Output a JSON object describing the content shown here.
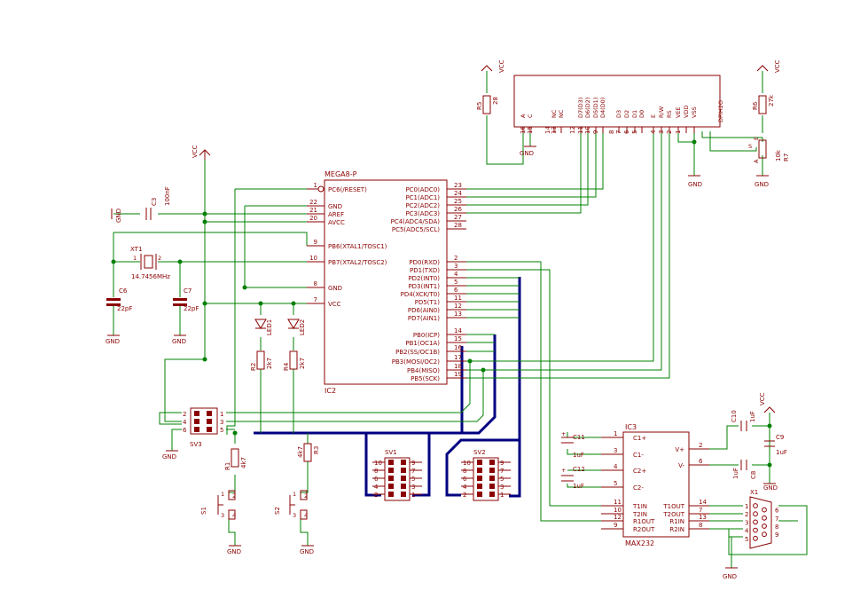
{
  "ic2": {
    "name": "MEGA8-P",
    "ref": "IC2",
    "left_pins": [
      {
        "num": "1",
        "label": "PC6(/RESET)"
      },
      {
        "num": "22",
        "label": "GND"
      },
      {
        "num": "21",
        "label": "AREF"
      },
      {
        "num": "20",
        "label": "AVCC"
      },
      {
        "num": "9",
        "label": "PB6(XTAL1/TOSC1)"
      },
      {
        "num": "10",
        "label": "PB7(XTAL2/TOSC2)"
      },
      {
        "num": "8",
        "label": "GND"
      },
      {
        "num": "7",
        "label": "VCC"
      }
    ],
    "right_pins": [
      {
        "num": "23",
        "label": "PC0(ADC0)"
      },
      {
        "num": "24",
        "label": "PC1(ADC1)"
      },
      {
        "num": "25",
        "label": "PC2(ADC2)"
      },
      {
        "num": "26",
        "label": "PC3(ADC3)"
      },
      {
        "num": "27",
        "label": "PC4(ADC4/SDA)"
      },
      {
        "num": "28",
        "label": "PC5(ADC5/SCL)"
      },
      {
        "num": "2",
        "label": "PD0(RXD)"
      },
      {
        "num": "3",
        "label": "PD1(TXD)"
      },
      {
        "num": "4",
        "label": "PD2(INT0)"
      },
      {
        "num": "5",
        "label": "PD3(INT1)"
      },
      {
        "num": "6",
        "label": "PD4(XCK/T0)"
      },
      {
        "num": "11",
        "label": "PD5(T1)"
      },
      {
        "num": "12",
        "label": "PD6(AIN0)"
      },
      {
        "num": "13",
        "label": "PD7(AIN1)"
      },
      {
        "num": "14",
        "label": "PB0(ICP)"
      },
      {
        "num": "15",
        "label": "PB1(OC1A)"
      },
      {
        "num": "16",
        "label": "PB2(SS/OC1B)"
      },
      {
        "num": "17",
        "label": "PB3(MOSI/OC2)"
      },
      {
        "num": "18",
        "label": "PB4(MISO)"
      },
      {
        "num": "19",
        "label": "PB5(SCK)"
      }
    ]
  },
  "ic3": {
    "name": "MAX232",
    "ref": "IC3",
    "left_pins": [
      {
        "num": "1",
        "label": "C1+"
      },
      {
        "num": "3",
        "label": "C1-"
      },
      {
        "num": "4",
        "label": "C2+"
      },
      {
        "num": "5",
        "label": "C2-"
      },
      {
        "num": "11",
        "label": "T1IN"
      },
      {
        "num": "10",
        "label": "T2IN"
      },
      {
        "num": "12",
        "label": "R1OUT"
      },
      {
        "num": "9",
        "label": "R2OUT"
      }
    ],
    "right_pins": [
      {
        "num": "2",
        "label": "V+"
      },
      {
        "num": "6",
        "label": "V-"
      },
      {
        "num": "14",
        "label": "T1OUT"
      },
      {
        "num": "7",
        "label": "T2OUT"
      },
      {
        "num": "13",
        "label": "R1IN"
      },
      {
        "num": "8",
        "label": "R2IN"
      }
    ]
  },
  "lcd": {
    "pin_labels": [
      "C",
      "A",
      "NC",
      "NC",
      "D7(D3)",
      "D6(D2)",
      "D5(D1)",
      "D4(D0)",
      "D3",
      "D2",
      "D1",
      "D0",
      "E",
      "R/W",
      "RS",
      "VEE",
      "VDD",
      "VSS"
    ],
    "pin_numbers": [
      "16",
      "15",
      "14",
      "13",
      "12",
      "11",
      "10",
      "9",
      "8",
      "7",
      "6",
      "5",
      "4",
      "3",
      "2",
      "1"
    ],
    "part_text": "DPIH2O"
  },
  "nets": {
    "vcc": "VCC",
    "gnd": "GND"
  },
  "components": {
    "c3": {
      "ref": "C3",
      "value": "100nF"
    },
    "xt1": {
      "ref": "XT1",
      "value": "14.7456MHz",
      "pin1": "1",
      "pin2": "2"
    },
    "c6": {
      "ref": "C6",
      "value": "22pF"
    },
    "c7": {
      "ref": "C7",
      "value": "22pF"
    },
    "led1": "LED1",
    "led2": "LED2",
    "r2": {
      "ref": "R2",
      "value": "2k7"
    },
    "r4": {
      "ref": "R4",
      "value": "2k7"
    },
    "r5": {
      "ref": "R5",
      "value": "28"
    },
    "r6": {
      "ref": "R6",
      "value": "27k"
    },
    "r7": {
      "ref": "R7",
      "value": "10k",
      "s": "S",
      "e": "E",
      "a": "A"
    },
    "r1": {
      "ref": "R1",
      "value": "4k7"
    },
    "r3": {
      "ref": "R3",
      "value": "4k7"
    },
    "s1": "S1",
    "s2": "S2",
    "sw_pins": [
      "1",
      "2",
      "3",
      "4"
    ],
    "sv1": "SV1",
    "sv2": "SV2",
    "sv3": "SV3",
    "c8": {
      "ref": "C8",
      "value": "1uF"
    },
    "c9": {
      "ref": "C9",
      "value": "1uF"
    },
    "c10": {
      "ref": "C10",
      "value": "1uF"
    },
    "c11": {
      "ref": "C11",
      "value": "1uF"
    },
    "c12": {
      "ref": "C12",
      "value": "1uF"
    },
    "x1": "X1",
    "plus": "+"
  },
  "header_pins": {
    "sv10": [
      "10",
      "8",
      "6",
      "4",
      "2"
    ],
    "sv10r": [
      "9",
      "7",
      "5",
      "3",
      "1"
    ],
    "sv3l": [
      "2",
      "4",
      "6"
    ],
    "sv3r": [
      "1",
      "3",
      "5"
    ]
  },
  "sub_d_pins": [
    "1",
    "6",
    "2",
    "7",
    "3",
    "8",
    "4",
    "9",
    "5"
  ]
}
